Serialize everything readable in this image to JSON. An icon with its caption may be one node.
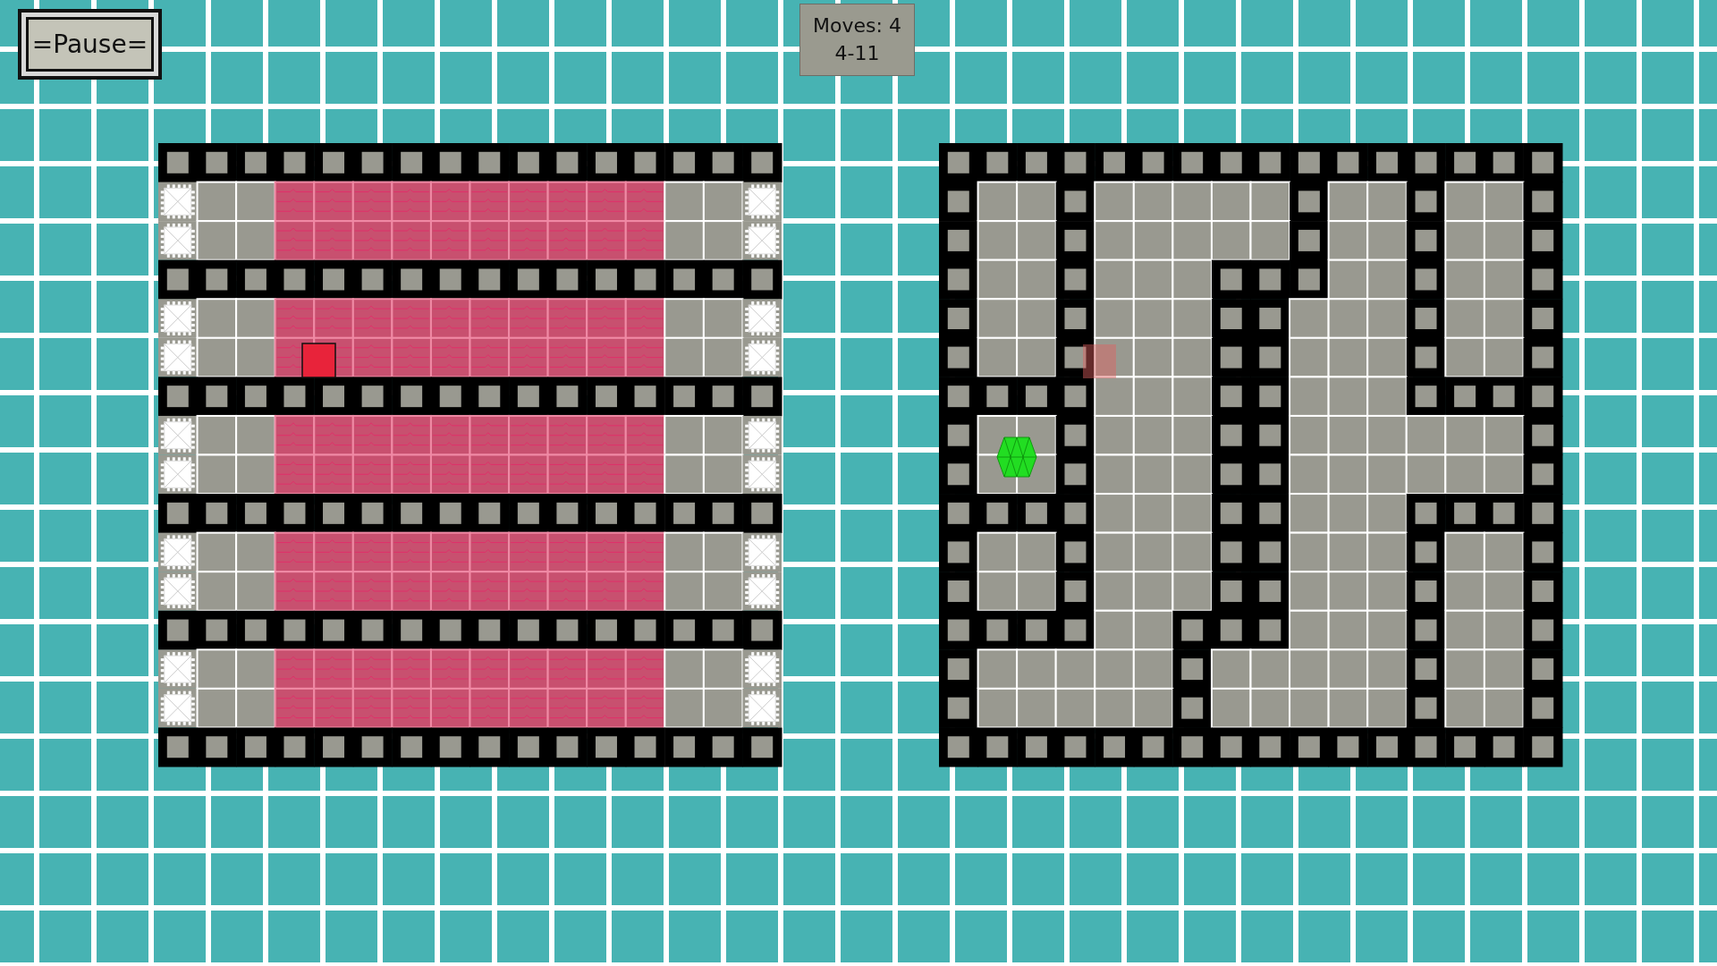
{
  "diagram": {
    "nodes": [
      {
        "text": [
          "=Pause="
        ]
      },
      {
        "text": [
          "Moves: 4",
          "4-11"
        ]
      }
    ]
  }
}
